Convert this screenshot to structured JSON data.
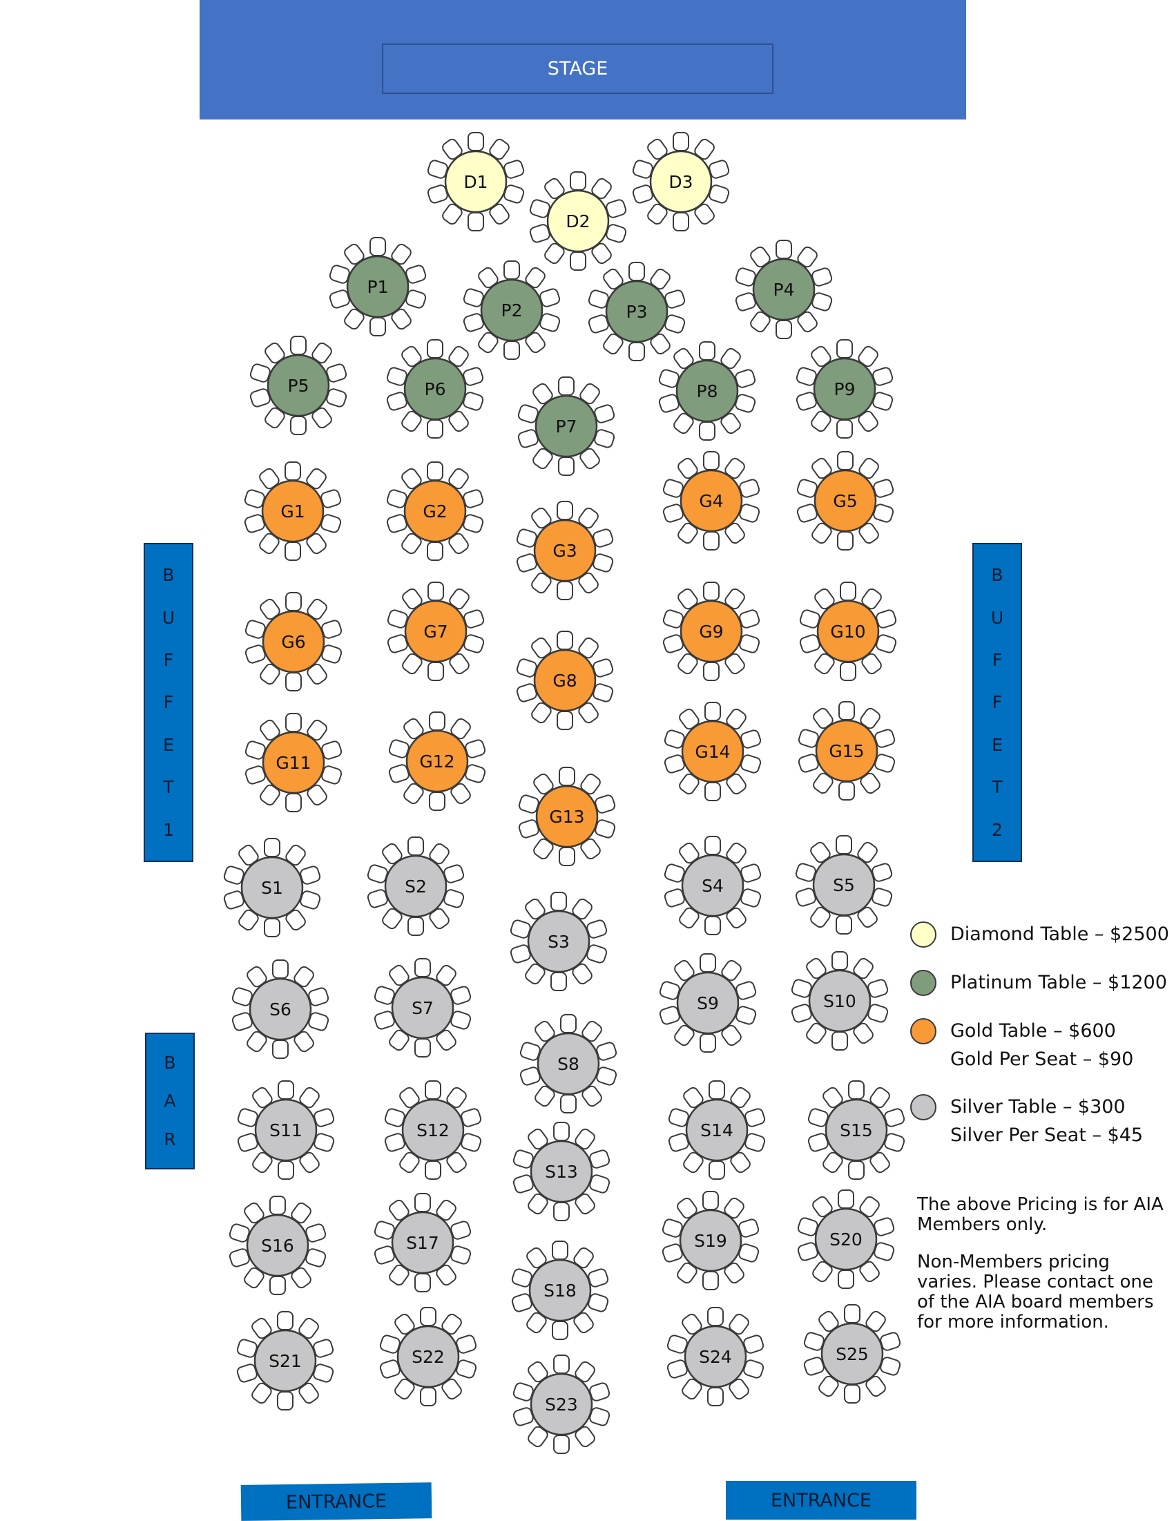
{
  "stage": {
    "label": "STAGE"
  },
  "buffets": [
    {
      "letters": [
        "B",
        "U",
        "F",
        "F",
        "E",
        "T",
        "1"
      ]
    },
    {
      "letters": [
        "B",
        "U",
        "F",
        "F",
        "E",
        "T",
        "2"
      ]
    }
  ],
  "bar": {
    "letters": [
      "B",
      "A",
      "R"
    ]
  },
  "entrances": [
    "ENTRANCE",
    "ENTRANCE"
  ],
  "colors": {
    "diamond": "#ffffc8",
    "platinum": "#7f9c7c",
    "gold": "#f89a35",
    "silver": "#c6c6c8",
    "stage": "#4472c4",
    "buffet": "#0070c0"
  },
  "tables": {
    "diamond": [
      "D1",
      "D2",
      "D3"
    ],
    "platinum": [
      "P1",
      "P2",
      "P3",
      "P4",
      "P5",
      "P6",
      "P7",
      "P8",
      "P9"
    ],
    "gold": [
      "G1",
      "G2",
      "G3",
      "G4",
      "G5",
      "G6",
      "G7",
      "G8",
      "G9",
      "G10",
      "G11",
      "G12",
      "G13",
      "G14",
      "G15"
    ],
    "silver": [
      "S1",
      "S2",
      "S3",
      "S4",
      "S5",
      "S6",
      "S7",
      "S8",
      "S9",
      "S10",
      "S11",
      "S12",
      "S13",
      "S14",
      "S15",
      "S16",
      "S17",
      "S18",
      "S19",
      "S20",
      "S21",
      "S22",
      "S23",
      "S24",
      "S25"
    ]
  },
  "legend": [
    {
      "tier": "diamond",
      "lines": [
        "Diamond Table – $2500"
      ]
    },
    {
      "tier": "platinum",
      "lines": [
        "Platinum Table – $1200"
      ]
    },
    {
      "tier": "gold",
      "lines": [
        "Gold Table – $600",
        "Gold Per Seat – $90"
      ]
    },
    {
      "tier": "silver",
      "lines": [
        "Silver Table – $300",
        "Silver Per Seat – $45"
      ]
    }
  ],
  "note": {
    "line1": "The above Pricing is for AIA Members only.",
    "line2": "Non-Members pricing varies. Please contact one of the AIA board members for more information."
  }
}
